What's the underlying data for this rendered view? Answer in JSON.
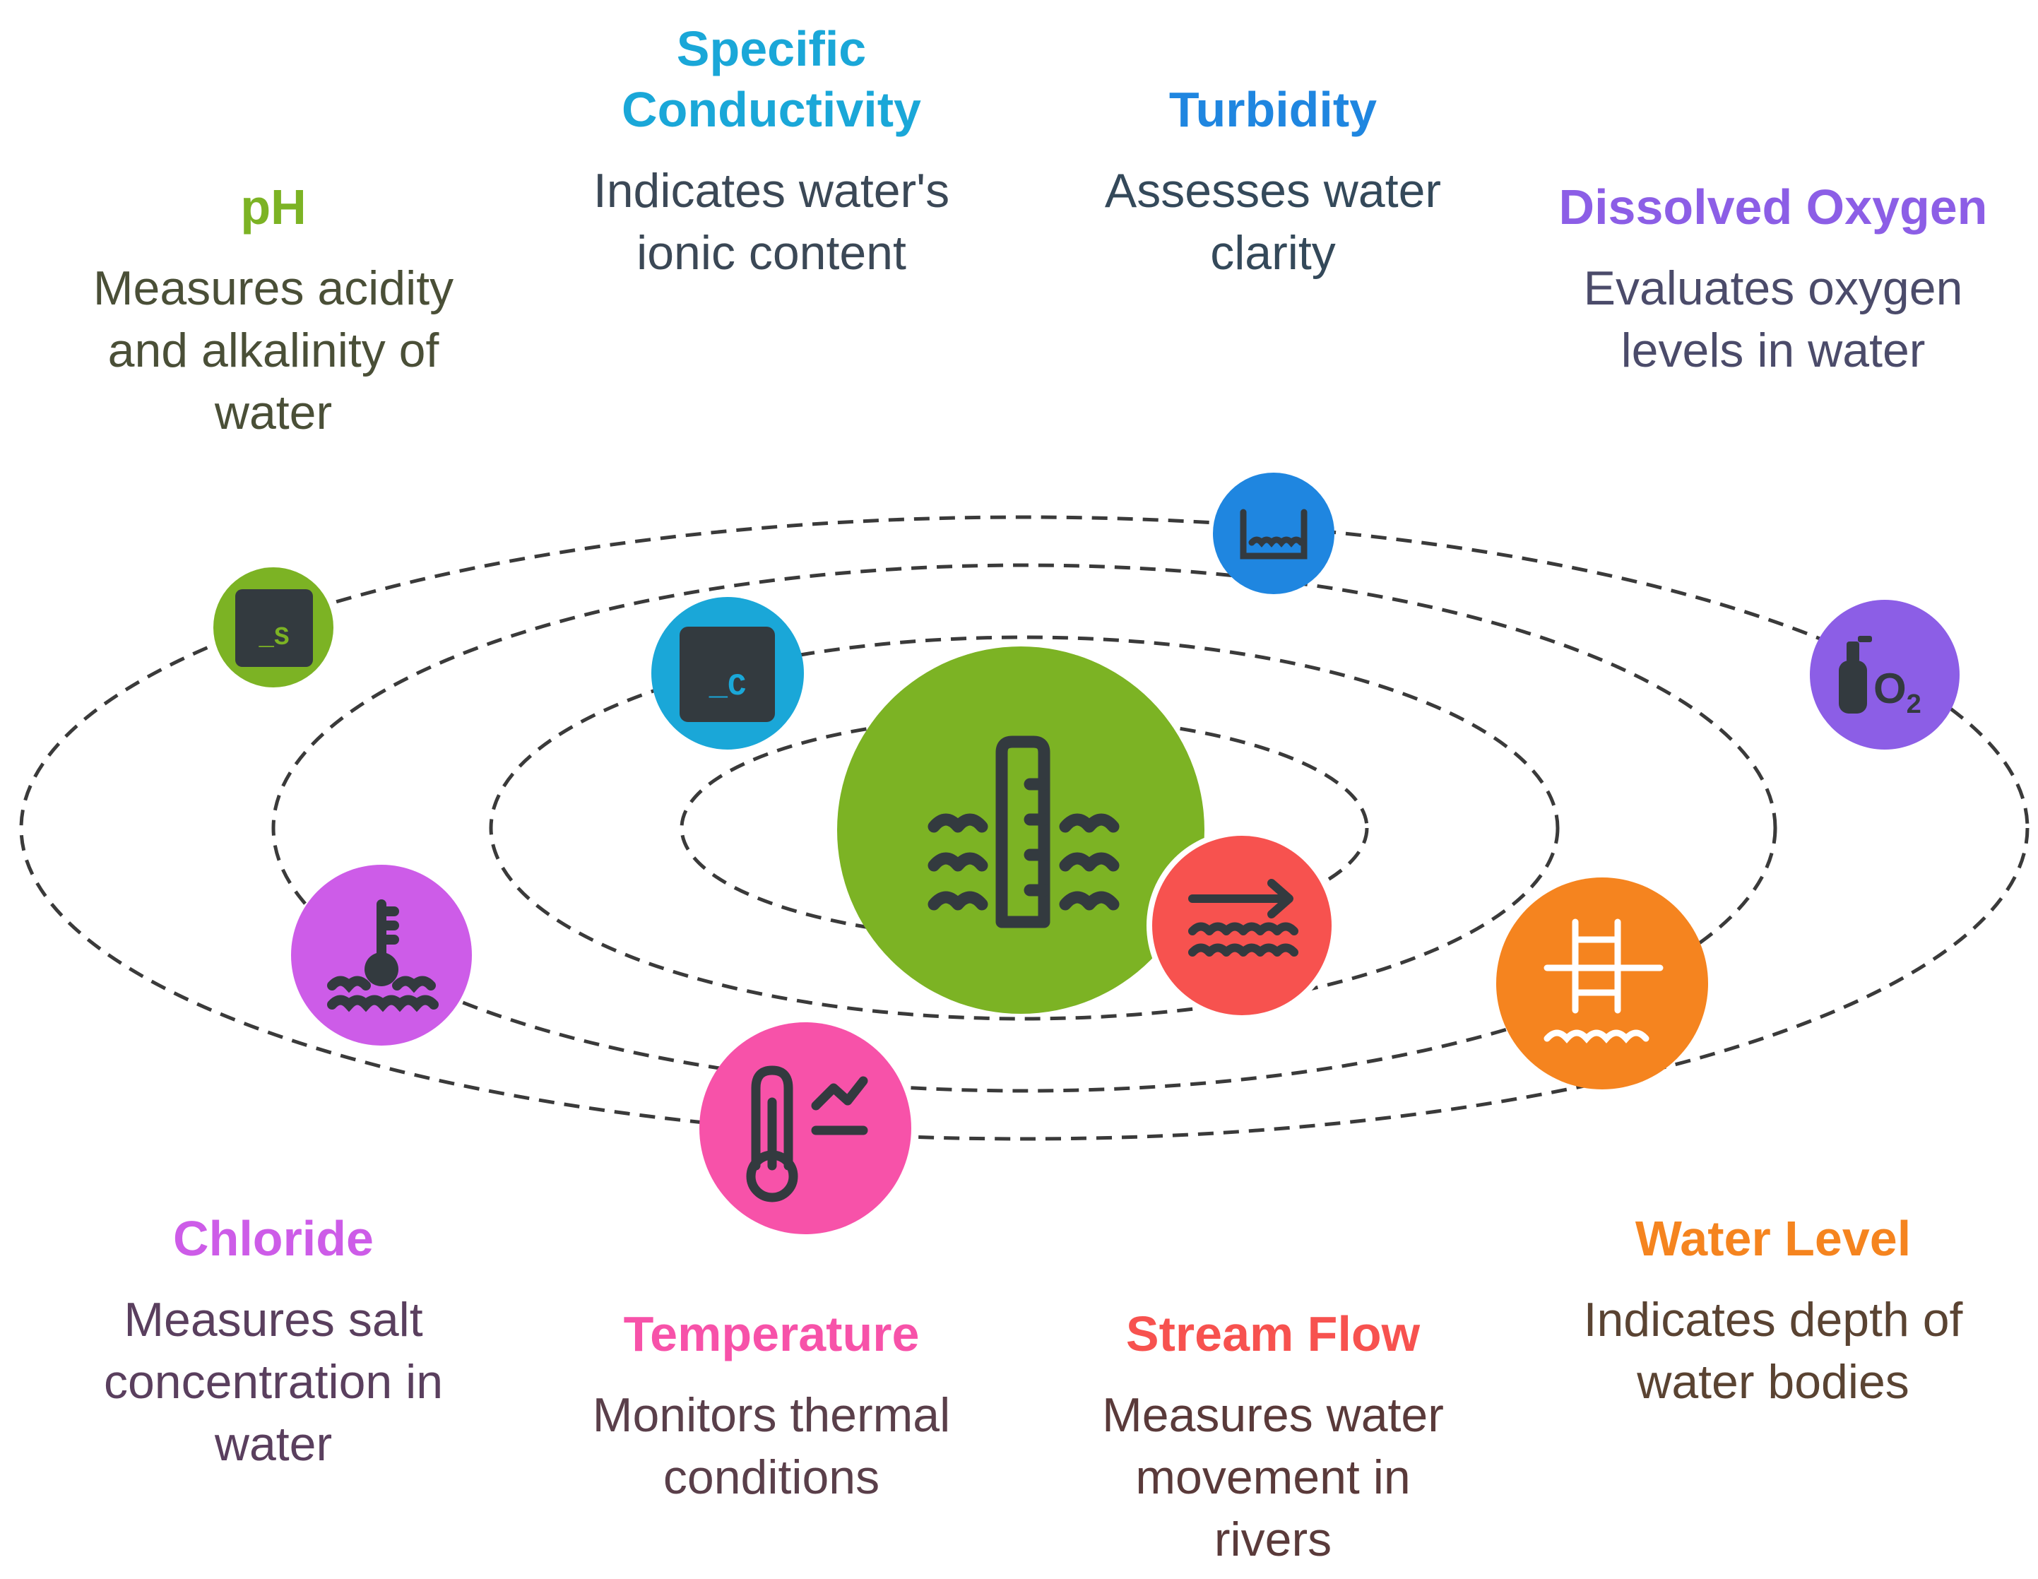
{
  "hub": {
    "icon": "water-gauge-icon",
    "color": "#7cb324"
  },
  "parameters": [
    {
      "id": "ph",
      "title": "pH",
      "description": "Measures acidity and alkalinity of water",
      "color": "#7cb324",
      "text_color": "#4a4f37",
      "icon": "ph-meter-icon",
      "icon_glyph": "_S"
    },
    {
      "id": "specific-conductivity",
      "title": "Specific Conductivity",
      "description": "Indicates water's ionic content",
      "color": "#1aa7d8",
      "text_color": "#3b4856",
      "icon": "conductivity-meter-icon",
      "icon_glyph": "_C"
    },
    {
      "id": "turbidity",
      "title": "Turbidity",
      "description": "Assesses water clarity",
      "color": "#1f86e0",
      "text_color": "#34495a",
      "icon": "water-container-icon"
    },
    {
      "id": "dissolved-oxygen",
      "title": "Dissolved Oxygen",
      "description": "Evaluates oxygen levels in water",
      "color": "#8c5ee6",
      "text_color": "#4b4b6a",
      "icon": "oxygen-tank-icon",
      "icon_glyph": "O2"
    },
    {
      "id": "chloride",
      "title": "Chloride",
      "description": "Measures salt concentration in water",
      "color": "#cd5ce8",
      "text_color": "#5a3f5e",
      "icon": "water-temperature-icon"
    },
    {
      "id": "temperature",
      "title": "Temperature",
      "description": "Monitors thermal conditions",
      "color": "#f752a9",
      "text_color": "#5a3f4a",
      "icon": "thermometer-trend-icon"
    },
    {
      "id": "stream-flow",
      "title": "Stream Flow",
      "description": "Measures water movement in rivers",
      "color": "#f7524f",
      "text_color": "#5a3a3a",
      "icon": "water-flow-icon"
    },
    {
      "id": "water-level",
      "title": "Water Level",
      "description": "Indicates depth of water bodies",
      "color": "#f5841f",
      "text_color": "#5a4332",
      "icon": "pool-ladder-icon"
    }
  ]
}
